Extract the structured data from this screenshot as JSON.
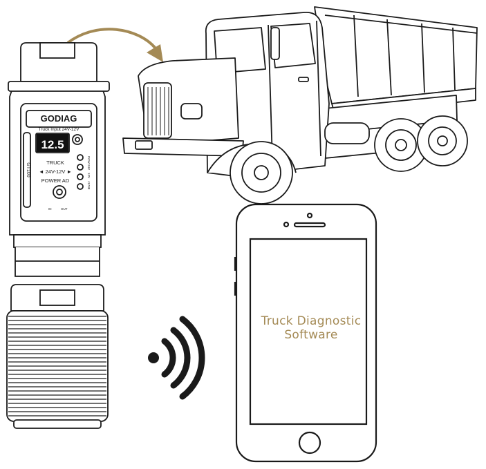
{
  "device": {
    "brand": "GODIAG",
    "input_label": "Truck Input 24V-12V",
    "display_value": "12.5",
    "model": "GT100",
    "truck_label": "TRUCK",
    "voltage_label": "◄ 24V-12V ►",
    "power_label": "POWER AD",
    "side_labels": [
      "POW",
      "24V",
      "12V",
      "J1708"
    ],
    "port_in": "IN",
    "port_out": "OUT"
  },
  "phone": {
    "line1": "Truck Diagnostic",
    "line2": "Software"
  },
  "colors": {
    "arrow": "#a48a55",
    "phone_text": "#a48a55",
    "line_art": "#1a1a1a"
  },
  "icons": [
    "wireless-signal-icon",
    "curved-arrow-icon",
    "dump-truck-icon",
    "obd-adapter-icon",
    "smartphone-icon"
  ]
}
